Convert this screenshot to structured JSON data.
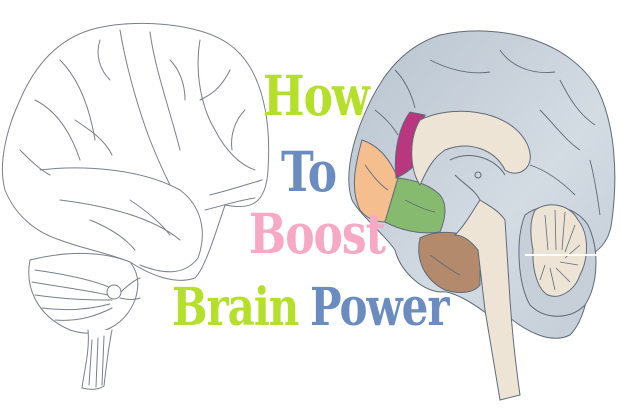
{
  "title": {
    "words": [
      {
        "text": "How",
        "color": "#b5e02a"
      },
      {
        "text": "To",
        "color": "#6a8cc0"
      },
      {
        "text": "Boost",
        "color": "#f7a8c4"
      },
      {
        "text": "Brain",
        "color": "#b5e02a"
      },
      {
        "text": "Power",
        "color": "#6a8cc0"
      }
    ]
  },
  "illustrations": {
    "left": {
      "name": "brain-lateral-outline",
      "stroke": "#6b7280",
      "fill": "#ffffff"
    },
    "right": {
      "name": "brain-sagittal-section",
      "cortex": "#c9d3dd",
      "regions": {
        "magenta": "#b8377f",
        "orange": "#f4be8e",
        "green": "#86bb6f",
        "brown": "#b48a6c",
        "inner": "#ede4d6"
      }
    }
  }
}
